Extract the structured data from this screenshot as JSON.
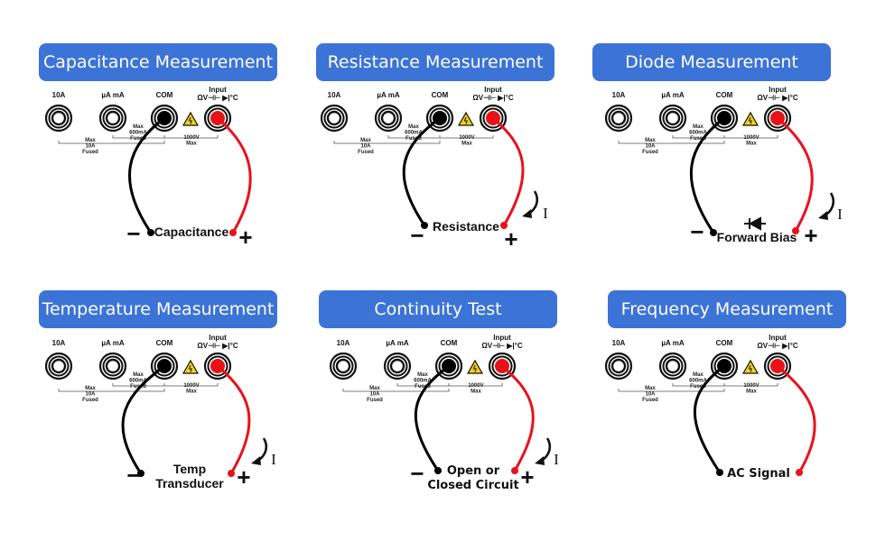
{
  "jacks": {
    "labels": [
      "10A",
      "µA mA",
      "COM",
      "Input"
    ],
    "input_symbols": "ΩV⊣⊢ ▶|°C",
    "notes": {
      "tenA": [
        "Max",
        "10A",
        "Fused"
      ],
      "uamA": [
        "Max",
        "600mA",
        "Fused"
      ],
      "input": [
        "1000V",
        "Max"
      ]
    },
    "warning_icon": "warning-triangle-icon"
  },
  "colors": {
    "title_bg": "#3c73d6",
    "common_lead": "#000000",
    "input_lead": "#e8121a",
    "warning": "#f2d21a"
  },
  "panels": [
    {
      "id": "capacitance",
      "title": "Capacitance Measurement",
      "label_lines": [
        "Capacitance"
      ],
      "minus": "−",
      "plus": "+",
      "current_arrow": false,
      "diode_symbol": false
    },
    {
      "id": "resistance",
      "title": "Resistance Measurement",
      "label_lines": [
        "Resistance"
      ],
      "minus": "−",
      "plus": "+",
      "current_arrow": true,
      "current_label": "I",
      "diode_symbol": false
    },
    {
      "id": "diode",
      "title": "Diode Measurement",
      "label_lines": [
        "Forward Bias"
      ],
      "minus": "−",
      "plus": "+",
      "current_arrow": true,
      "current_label": "I",
      "diode_symbol": true
    },
    {
      "id": "temperature",
      "title": "Temperature Measurement",
      "label_lines": [
        "Temp",
        "Transducer"
      ],
      "minus": "−",
      "plus": "+",
      "current_arrow": true,
      "current_label": "I",
      "diode_symbol": false
    },
    {
      "id": "continuity",
      "title": "Continuity Test",
      "label_lines": [
        "Open or",
        "Closed Circuit"
      ],
      "minus": "−",
      "plus": "+",
      "current_arrow": true,
      "current_label": "I",
      "diode_symbol": false
    },
    {
      "id": "frequency",
      "title": "Frequency Measurement",
      "label_lines": [
        "AC Signal"
      ],
      "minus": "",
      "plus": "",
      "current_arrow": false,
      "diode_symbol": false
    }
  ]
}
